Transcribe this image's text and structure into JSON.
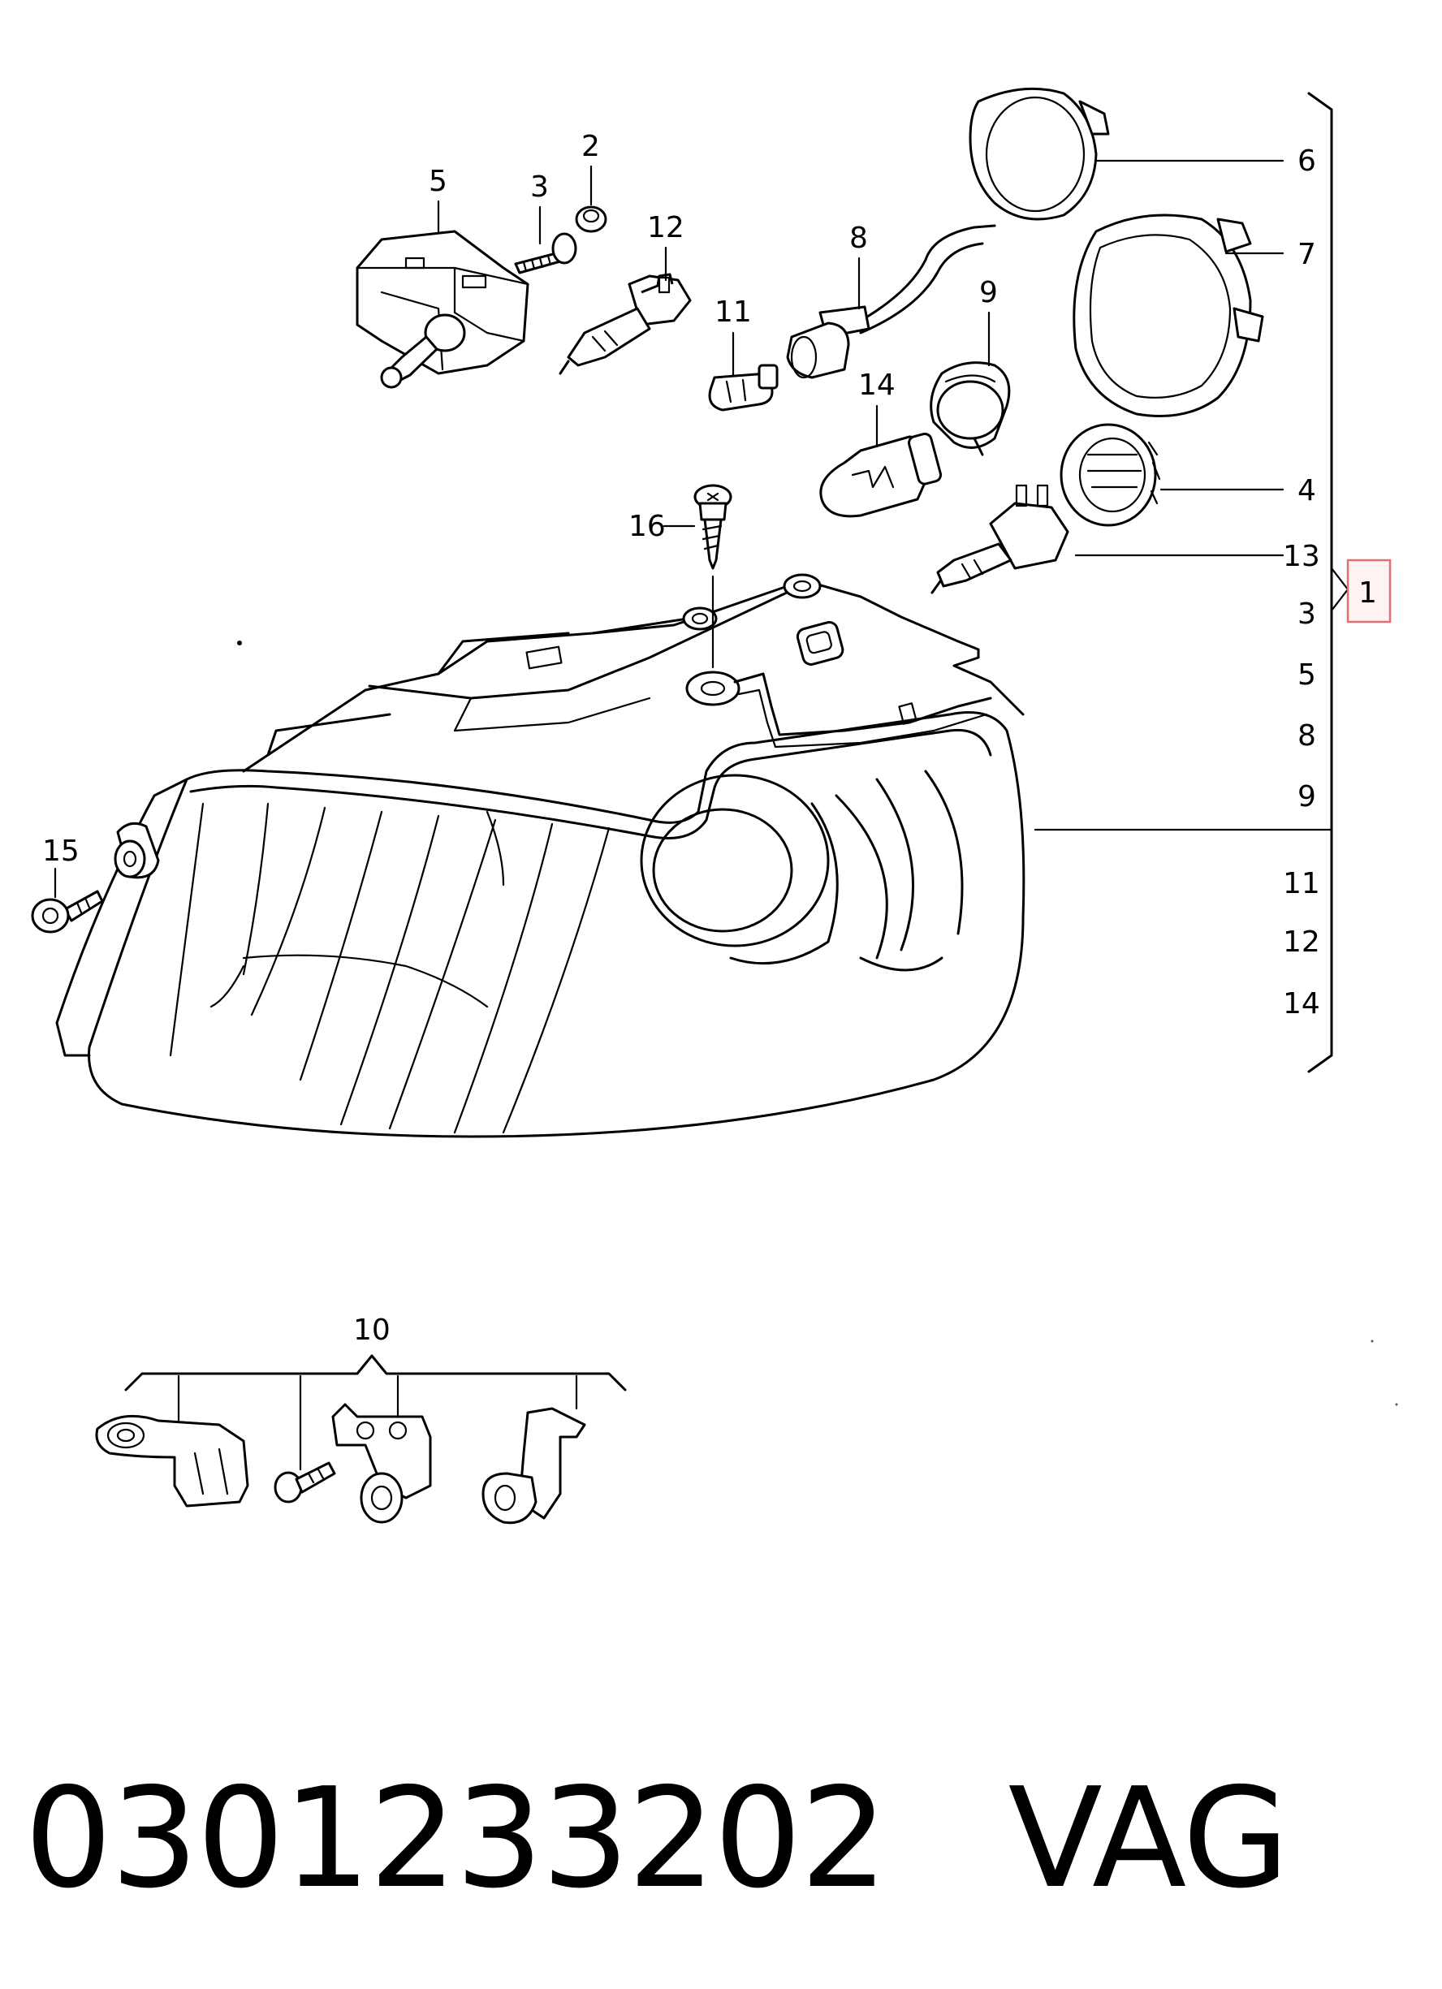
{
  "callouts": {
    "c2": "2",
    "c3": "3",
    "c5": "5",
    "c12": "12",
    "c8": "8",
    "c11": "11",
    "c9": "9",
    "c14": "14",
    "c16": "16",
    "c15": "15",
    "c6": "6",
    "c7": "7",
    "c4": "4",
    "c13": "13",
    "c10": "10"
  },
  "assembly": {
    "label": "1",
    "list": [
      "3",
      "5",
      "8",
      "9",
      "11",
      "12",
      "14"
    ]
  },
  "footer": {
    "part_number": "0301233202",
    "brand": "VAG"
  },
  "colors": {
    "highlight_border": "#e07070",
    "highlight_fill": "#fff2f2"
  }
}
